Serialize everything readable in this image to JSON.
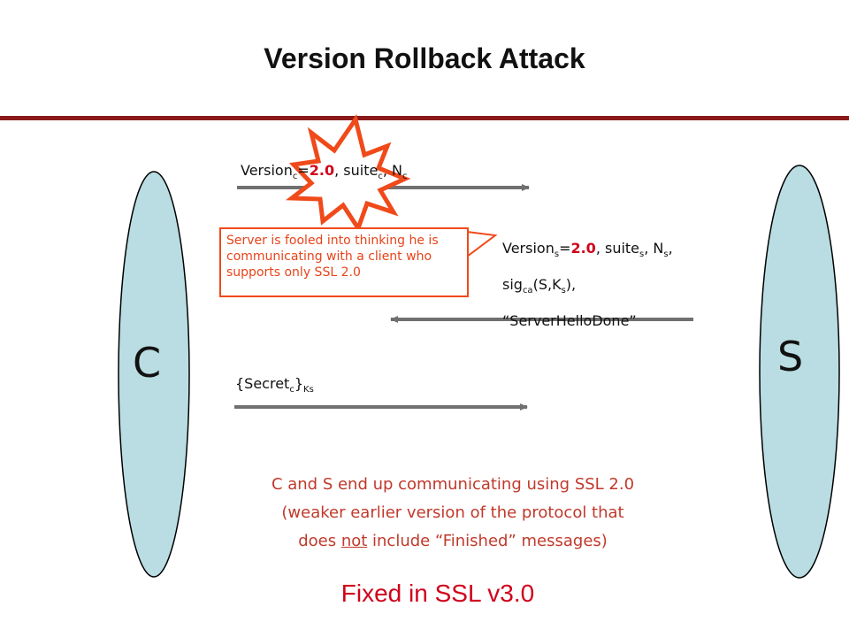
{
  "title": "Version Rollback Attack",
  "nodes": {
    "client_label": "C",
    "server_label": "S"
  },
  "messages": {
    "client_hello": {
      "version_prefix": "Version",
      "version_sub": "c",
      "equals": "=",
      "version_value": "2.0",
      "suite_prefix": ", suite",
      "suite_sub": "c",
      "nonce_prefix": ", N",
      "nonce_sub": "c"
    },
    "server_hello": {
      "version_prefix": "Version",
      "version_sub": "s",
      "equals": "=",
      "version_value": "2.0",
      "suite_prefix": ", suite",
      "suite_sub": "s",
      "nonce_prefix": ", N",
      "nonce_sub": "s",
      "nonce_suffix": ",",
      "sig_prefix": "sig",
      "sig_sub": "ca",
      "sig_args_open": "(S,K",
      "sig_args_sub": "s",
      "sig_args_close": "),",
      "done": "“ServerHelloDone”"
    },
    "secret": {
      "open": "{Secret",
      "sub": "c",
      "close": "}",
      "key_sub": "Ks"
    }
  },
  "callout": "Server is fooled into thinking he is communicating with a client who supports only SSL 2.0",
  "conclusion": {
    "line1": "C and S end up communicating using SSL 2.0",
    "line2": "(weaker earlier version of the protocol that",
    "line3_before": "does ",
    "line3_underlined": "not",
    "line3_after": " include “Finished” messages)"
  },
  "footer": "Fixed in SSL v3.0",
  "colors": {
    "rule": "#8b1a1a",
    "ellipse_fill": "#b9dde2",
    "arrow": "#707070",
    "explosion_stroke": "#f04a1a",
    "highlight_red": "#d0021b"
  },
  "icons": {
    "attack_marker": "explosion-icon"
  }
}
